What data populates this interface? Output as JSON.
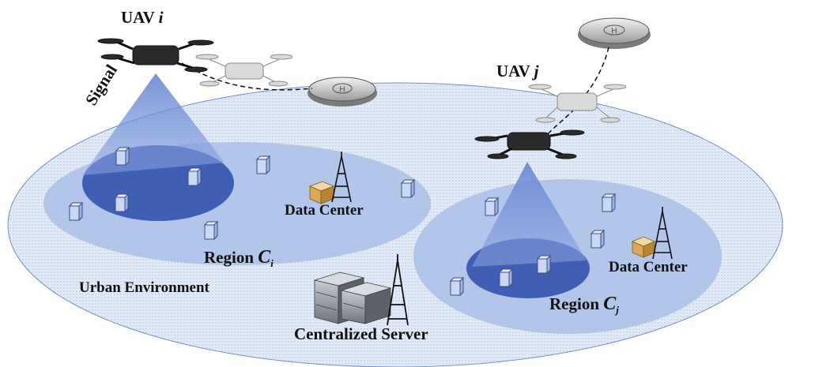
{
  "uav_i": {
    "prefix": "UAV",
    "var": "i"
  },
  "uav_j": {
    "prefix": "UAV",
    "var": "j"
  },
  "signal_label": "Signal",
  "region_i": {
    "prefix": "Region",
    "var": "C",
    "sub": "i"
  },
  "region_j": {
    "prefix": "Region",
    "var": "C",
    "sub": "j"
  },
  "data_center_label": "Data Center",
  "urban_label": "Urban Environment",
  "server_label": "Centralized Server",
  "colors": {
    "environment_fill": "#dde8f5",
    "region_fill": "#a9bfe6",
    "coverage_fill": "#3f5fb5",
    "beam_fill": "#7590d8",
    "building": "#c9d9f3",
    "drone_dark": "#2a2a2a",
    "drone_light": "#d9dada"
  },
  "icons": [
    "drone-icon",
    "landing-pad-icon",
    "radio-tower-icon",
    "server-rack-icon",
    "building-icon",
    "data-center-box-icon"
  ]
}
